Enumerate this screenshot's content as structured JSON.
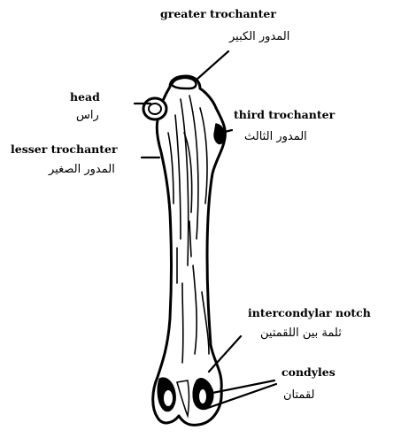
{
  "figure": {
    "labels": {
      "greater_trochanter": {
        "en": "greater trochanter",
        "ar": "المدور الكبير"
      },
      "head": {
        "en": "head",
        "ar": "راس"
      },
      "third_trochanter": {
        "en": "third trochanter",
        "ar": "المدور الثالث"
      },
      "lesser_trochanter": {
        "en": "lesser trochanter",
        "ar": "المدور الصغير"
      },
      "intercondylar_notch": {
        "en": "intercondylar notch",
        "ar": "ثلمة بين اللقمتين"
      },
      "condyles": {
        "en": "condyles",
        "ar": "لقمتان"
      }
    }
  }
}
